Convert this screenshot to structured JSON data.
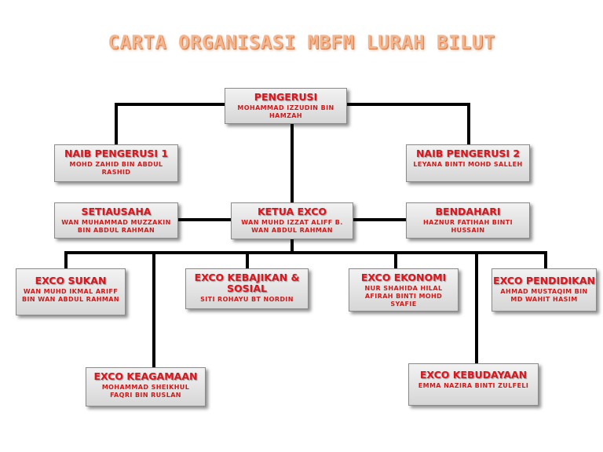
{
  "title": "CARTA ORGANISASI MBFM LURAH BILUT",
  "nodes": {
    "pengerusi": {
      "role": "PENGERUSI",
      "name": "MOHAMMAD IZZUDIN BIN HAMZAH"
    },
    "naib1": {
      "role": "NAIB PENGERUSI 1",
      "name": "MOHD ZAHID BIN ABDUL RASHID"
    },
    "naib2": {
      "role": "NAIB PENGERUSI 2",
      "name": "LEYANA BINTI MOHD SALLEH"
    },
    "setiausaha": {
      "role": "SETIAUSAHA",
      "name": "WAN MUHAMMAD MUZZAKIN BIN ABDUL RAHMAN"
    },
    "ketua_exco": {
      "role": "KETUA EXCO",
      "name": "WAN MUHD IZZAT ALIFF B. WAN ABDUL RAHMAN"
    },
    "bendahari": {
      "role": "BENDAHARI",
      "name": "HAZNUR FATIHAH BINTI HUSSAIN"
    },
    "exco_sukan": {
      "role": "EXCO SUKAN",
      "name": "WAN MUHD IKMAL ARIFF BIN WAN ABDUL RAHMAN"
    },
    "exco_kebajikan": {
      "role": "EXCO KEBAJIKAN & SOSIAL",
      "name": "SITI ROHAYU BT NORDIN"
    },
    "exco_ekonomi": {
      "role": "EXCO EKONOMI",
      "name": "NUR SHAHIDA HILAL AFIRAH BINTI MOHD SYAFIE"
    },
    "exco_pendidikan": {
      "role": "EXCO PENDIDIKAN",
      "name": "AHMAD MUSTAQIM BIN MD WAHIT HASIM"
    },
    "exco_keagamaan": {
      "role": "EXCO KEAGAMAAN",
      "name": "MOHAMMAD SHEIKHUL FAQRI BIN RUSLAN"
    },
    "exco_kebudayaan": {
      "role": "EXCO KEBUDAYAAN",
      "name": "EMMA NAZIRA BINTI ZULFELI"
    }
  }
}
